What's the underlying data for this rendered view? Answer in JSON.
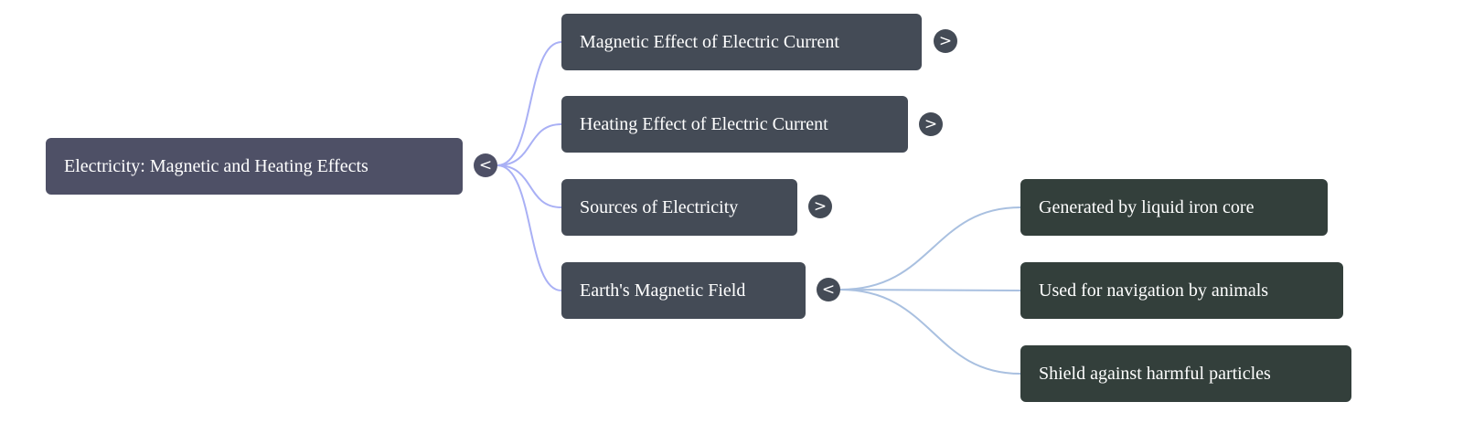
{
  "root": {
    "label": "Electricity: Magnetic and Heating Effects",
    "toggle": "<"
  },
  "children": [
    {
      "label": "Magnetic Effect of Electric Current",
      "toggle": ">"
    },
    {
      "label": "Heating Effect of Electric Current",
      "toggle": ">"
    },
    {
      "label": "Sources of Electricity",
      "toggle": ">"
    },
    {
      "label": "Earth's Magnetic Field",
      "toggle": "<",
      "children": [
        {
          "label": "Generated by liquid iron core"
        },
        {
          "label": "Used for navigation by animals"
        },
        {
          "label": "Shield against harmful particles"
        }
      ]
    }
  ],
  "colors": {
    "root": "#4e5066",
    "level1": "#444b56",
    "level2": "#333f3b",
    "edge1": "#a9b0f5",
    "edge2": "#a9c0e0"
  }
}
